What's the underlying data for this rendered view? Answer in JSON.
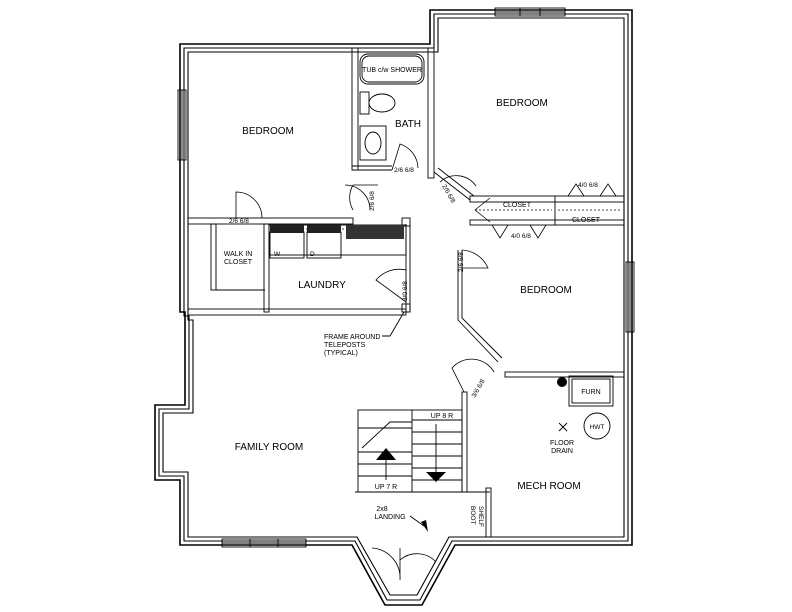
{
  "rooms": {
    "bedroom_1": "BEDROOM",
    "bedroom_2": "BEDROOM",
    "bedroom_3": "BEDROOM",
    "bath": "BATH",
    "tub": "TUB c/w SHOWER",
    "walk_in_closet_line1": "WALK IN",
    "walk_in_closet_line2": "CLOSET",
    "laundry": "LAUNDRY",
    "family_room": "FAMILY ROOM",
    "mech_room": "MECH ROOM",
    "closet_1": "CLOSET",
    "closet_2": "CLOSET",
    "furn": "FURN",
    "hwt": "HWT",
    "floor_drain_line1": "FLOOR",
    "floor_drain_line2": "DRAIN",
    "washer": "W",
    "dryer": "D"
  },
  "doors": {
    "d_walkin": "2/6 6/8",
    "d_bed1": "2/6 6/8",
    "d_bath": "2/6 6/8",
    "d_bed2": "2/6 6/8",
    "d_bed3": "2/6 6/8",
    "d_laundry": "3/0 6/8",
    "d_closet_top": "4/0 6/8",
    "d_closet_mid": "4/0 6/8",
    "d_mech": "3/6 6/8"
  },
  "notes": {
    "frame_line1": "FRAME AROUND",
    "frame_line2": "TELEPOSTS",
    "frame_line3": "(TYPICAL)",
    "up_8r": "UP 8 R",
    "up_7r": "UP 7 R",
    "landing_line1": "2x8",
    "landing_line2": "LANDING",
    "boot_line1": "BOOT",
    "boot_line2": "SHELF"
  }
}
